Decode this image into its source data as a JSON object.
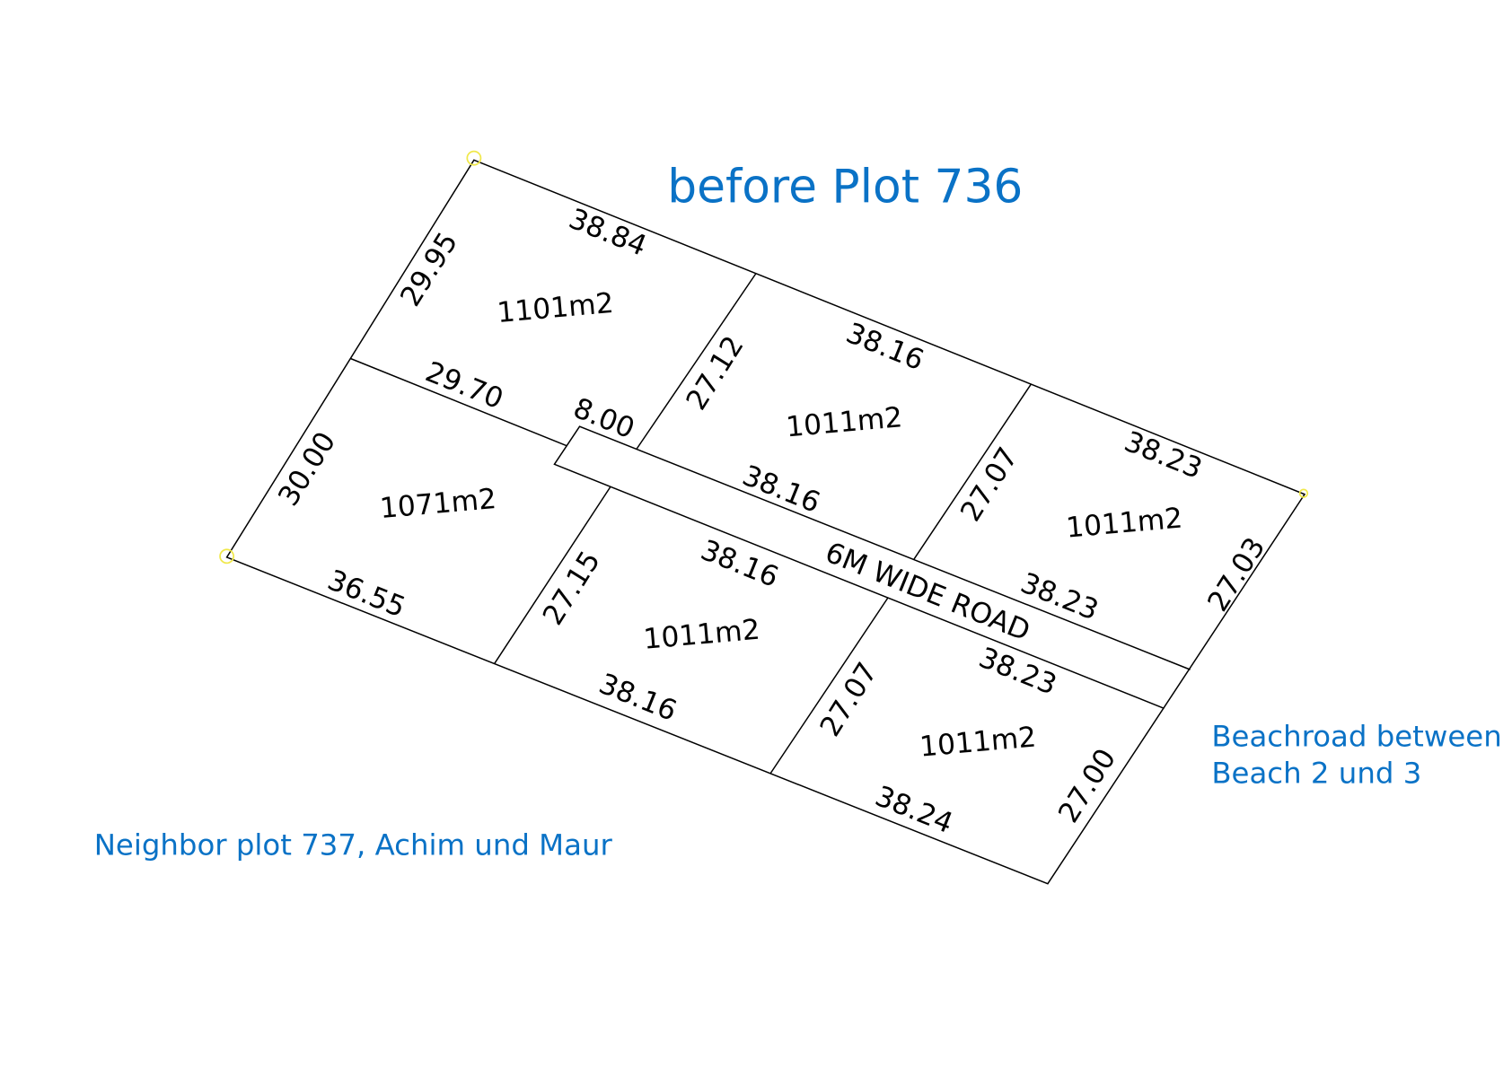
{
  "title": "before Plot 736",
  "annotations": {
    "beachroad_line1": "Beachroad between",
    "beachroad_line2": "Beach 2 und 3",
    "neighbor": "Neighbor plot 737, Achim und Maur"
  },
  "road_label": "6M WIDE ROAD",
  "plots": [
    {
      "area": "1101m2"
    },
    {
      "area": "1011m2"
    },
    {
      "area": "1011m2"
    },
    {
      "area": "1071m2"
    },
    {
      "area": "1011m2"
    },
    {
      "area": "1011m2"
    }
  ],
  "dimensions": {
    "d1": "38.84",
    "d2": "29.95",
    "d3": "38.16",
    "d4": "27.12",
    "d5": "29.70",
    "d6": "8.00",
    "d7": "38.23",
    "d8": "27.07",
    "d9": "30.00",
    "d10": "38.16",
    "d11": "36.55",
    "d12": "27.15",
    "d13": "38.16",
    "d14": "38.23",
    "d15": "27.03",
    "d16": "38.23",
    "d17": "27.07",
    "d18": "38.16",
    "d19": "38.24",
    "d20": "27.00"
  },
  "colors": {
    "annotation": "#0a72c6",
    "marker": "#f0e84a",
    "line": "#000000"
  }
}
